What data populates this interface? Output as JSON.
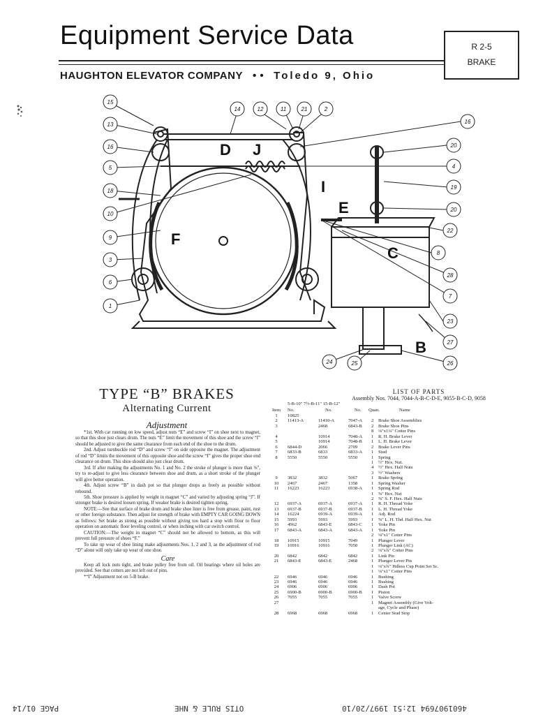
{
  "header": {
    "title": "Equipment Service Data",
    "company": "HAUGHTON ELEVATOR COMPANY",
    "dots": "• •",
    "city": "Toledo 9, Ohio",
    "ref_code": "R 2-5",
    "ref_name": "BRAKE"
  },
  "diagram": {
    "callouts": [
      "15",
      "14",
      "12",
      "11",
      "21",
      "2",
      "13",
      "16",
      "16",
      "20",
      "5",
      "4",
      "18",
      "19",
      "10",
      "20",
      "9",
      "22",
      "3",
      "8",
      "6",
      "28",
      "1",
      "7",
      "23",
      "27",
      "24",
      "25",
      "26"
    ],
    "letters": [
      "D",
      "J",
      "I",
      "E",
      "F",
      "C",
      "B"
    ]
  },
  "left": {
    "title": "TYPE “B” BRAKES",
    "subtitle": "Alternating Current",
    "heading": "Adjustment",
    "paragraphs": [
      "*1st. With car running on low speed, adjust nuts “E” and screw “I” on shoe next to magnet, so that this shoe just clears drum. The nuts “E” limit the movement of this shoe and the screw “I” should be adjusted to give the same clearance from each end of the shoe to the drum.",
      "2nd. Adjust turnbuckle rod “D” and screw “I” on side opposite the magnet. The adjustment of rod “D” limits the movement of this opposite shoe and the screw “I” gives the proper shoe end clearance on drum. This shoe should also just clear drum.",
      "3rd. If after making the adjustments No. 1 and No. 2 the stroke of plunger is more than ⅜\", try to re-adjust to give less clearance between shoe and drum, as a short stroke of the plunger will give better operation.",
      "4th. Adjust screw “B” in dash pot so that plunger drops as freely as possible without rebound.",
      "5th. Shoe pressure is applied by weight in magnet “C” and varied by adjusting spring “J”. If stronger brake is desired loosen spring. If weaker brake is desired tighten spring.",
      "NOTE:—See that surface of brake drum and brake shoe liner is free from grease, paint, rust or other foreign substance. Then adjust for strength of brake with EMPTY CAR GOING DOWN as follows: Set brake as strong as possible without giving too hard a stop with floor to floor operation on automatic floor leveling control, or when inching with car switch control.",
      "CAUTION:—The weight in magnet “C” should not be allowed to bottom, as this will prevent full pressure of shoes “F.”",
      "To take up wear of shoe lining make adjustments Nos. 1, 2 and 3, as the adjustment of rod “D” alone will only take up wear of one shoe."
    ],
    "care_heading": "Care",
    "care_text": "Keep all lock nuts tight, and brake pulley free from oil. Oil bearings where oil holes are provided. See that cotters are not left out of pins.",
    "footnote": "*“I” Adjustment not on 5-B brake."
  },
  "parts": {
    "title": "LIST OF PARTS",
    "assembly": "Assembly Nos. 7044, 7044-A-B-C-D-E, 9055-B-C-D, 9058",
    "col_sizes": "5-B-10\"    7½-B-11\"    15-B-12\"",
    "col_item": "Item",
    "col_no": "No.",
    "col_no2": "No.",
    "col_no3": "No.",
    "col_quan": "Quan.",
    "col_name": "Name",
    "rows": [
      {
        "item": "1",
        "a": "10825",
        "b": "",
        "c": "",
        "q": "",
        "n": ""
      },
      {
        "item": "2",
        "a": "11413-A",
        "b": "11410-A",
        "c": "7047-A",
        "q": "2",
        "n": "Brake Shoe Assemblies"
      },
      {
        "item": "3",
        "a": "",
        "b": "2468",
        "c": "6843-B",
        "q": "2",
        "n": "Brake Shoe Pins"
      },
      {
        "item": "",
        "a": "",
        "b": "",
        "c": "",
        "q": "8",
        "n": "⅛\"x1¼\" Cotter Pins"
      },
      {
        "item": "4",
        "a": "",
        "b": "10914",
        "c": "7048-A",
        "q": "1",
        "n": "R. H. Brake Lever"
      },
      {
        "item": "5",
        "a": "",
        "b": "10914",
        "c": "7048-B",
        "q": "1",
        "n": "L. H. Brake Lever"
      },
      {
        "item": "6",
        "a": "6844-D",
        "b": "2066",
        "c": "2709",
        "q": "2",
        "n": "Brake Lever Pins"
      },
      {
        "item": "7",
        "a": "6833-B",
        "b": "6833",
        "c": "6833-A",
        "q": "1",
        "n": "Stud"
      },
      {
        "item": "8",
        "a": "5550",
        "b": "5550",
        "c": "5550",
        "q": "1",
        "n": "Spring"
      },
      {
        "item": "",
        "a": "",
        "b": "",
        "c": "",
        "q": "1",
        "n": "½\" Hex. Nut."
      },
      {
        "item": "",
        "a": "",
        "b": "",
        "c": "",
        "q": "4",
        "n": "½\" Hex. Half Nuts"
      },
      {
        "item": "",
        "a": "",
        "b": "",
        "c": "",
        "q": "3",
        "n": "½\" Washers"
      },
      {
        "item": "9",
        "a": "3832",
        "b": "3832",
        "c": "5067",
        "q": "1",
        "n": "Brake Spring"
      },
      {
        "item": "10",
        "a": "2467",
        "b": "2467",
        "c": "1358",
        "q": "1",
        "n": "Spring Washer"
      },
      {
        "item": "11",
        "a": "16223",
        "b": "16223",
        "c": "6938-A",
        "q": "1",
        "n": "Spring Rod"
      },
      {
        "item": "",
        "a": "",
        "b": "",
        "c": "",
        "q": "1",
        "n": "⅝\" Hex. Nut"
      },
      {
        "item": "",
        "a": "",
        "b": "",
        "c": "",
        "q": "2",
        "n": "⅝\" S. F. Hex. Half Nuts"
      },
      {
        "item": "12",
        "a": "6937-A",
        "b": "6937-A",
        "c": "6937-A",
        "q": "1",
        "n": "R. H. Thread Yoke"
      },
      {
        "item": "13",
        "a": "6937-B",
        "b": "6937-B",
        "c": "6937-B",
        "q": "1",
        "n": "L. H. Thread Yoke"
      },
      {
        "item": "14",
        "a": "16224",
        "b": "6939-A",
        "c": "6939-A",
        "q": "1",
        "n": "Adj. Rod"
      },
      {
        "item": "15",
        "a": "5993",
        "b": "5993",
        "c": "5993",
        "q": "1",
        "n": "⅝\" L. H. Thd. Half Hex. Nut"
      },
      {
        "item": "16",
        "a": "4962",
        "b": "6843-E",
        "c": "6843-C",
        "q": "1",
        "n": "Yoke Pin"
      },
      {
        "item": "17",
        "a": "6843-A",
        "b": "6843-A",
        "c": "6843-A",
        "q": "1",
        "n": "Yoke Pin"
      },
      {
        "item": "",
        "a": "",
        "b": "",
        "c": "",
        "q": "2",
        "n": "⅛\"x1\" Cotter Pins"
      },
      {
        "item": "18",
        "a": "10915",
        "b": "10915",
        "c": "7049",
        "q": "1",
        "n": "Plunger Lever"
      },
      {
        "item": "19",
        "a": "10916",
        "b": "10916",
        "c": "7050",
        "q": "1",
        "n": "Plunger Link (AC)"
      },
      {
        "item": "",
        "a": "",
        "b": "",
        "c": "",
        "q": "2",
        "n": "⅛\"x¾\" Cotter Pins"
      },
      {
        "item": "20",
        "a": "6842",
        "b": "6842",
        "c": "6842",
        "q": "1",
        "n": "Link Pin"
      },
      {
        "item": "21",
        "a": "6843-E",
        "b": "6843-E",
        "c": "2468",
        "q": "1",
        "n": "Plunger Lever Pin"
      },
      {
        "item": "",
        "a": "",
        "b": "",
        "c": "",
        "q": "1",
        "n": "⅛\"x¾\" Hdless Cup Point Set Sc."
      },
      {
        "item": "",
        "a": "",
        "b": "",
        "c": "",
        "q": "1",
        "n": "⅛\"x1\" Cotter Pins"
      },
      {
        "item": "22",
        "a": "6946",
        "b": "6946",
        "c": "6946",
        "q": "1",
        "n": "Bushing"
      },
      {
        "item": "23",
        "a": "6946",
        "b": "6946",
        "c": "6946",
        "q": "1",
        "n": "Bushing"
      },
      {
        "item": "24",
        "a": "6906",
        "b": "6906",
        "c": "6906",
        "q": "1",
        "n": "Dash Pot"
      },
      {
        "item": "25",
        "a": "6900-B",
        "b": "6900-B",
        "c": "6900-B",
        "q": "1",
        "n": "Piston"
      },
      {
        "item": "26",
        "a": "7055",
        "b": "7055",
        "c": "7055",
        "q": "1",
        "n": "Valve Screw"
      },
      {
        "item": "27",
        "a": "",
        "b": "",
        "c": "",
        "q": "1",
        "n": "Magnet Assembly (Give Volt-"
      },
      {
        "item": "",
        "a": "",
        "b": "",
        "c": "",
        "q": "",
        "n": "age, Cycle and Phase)"
      },
      {
        "item": "28",
        "a": "6968",
        "b": "6968",
        "c": "6968",
        "q": "1",
        "n": "Center Stud Stop"
      }
    ]
  },
  "footer": {
    "left": "PAGE 01/14",
    "mid": "OTIS RULE & NHE",
    "right": "4601907694  12:51  1997/20/10"
  }
}
